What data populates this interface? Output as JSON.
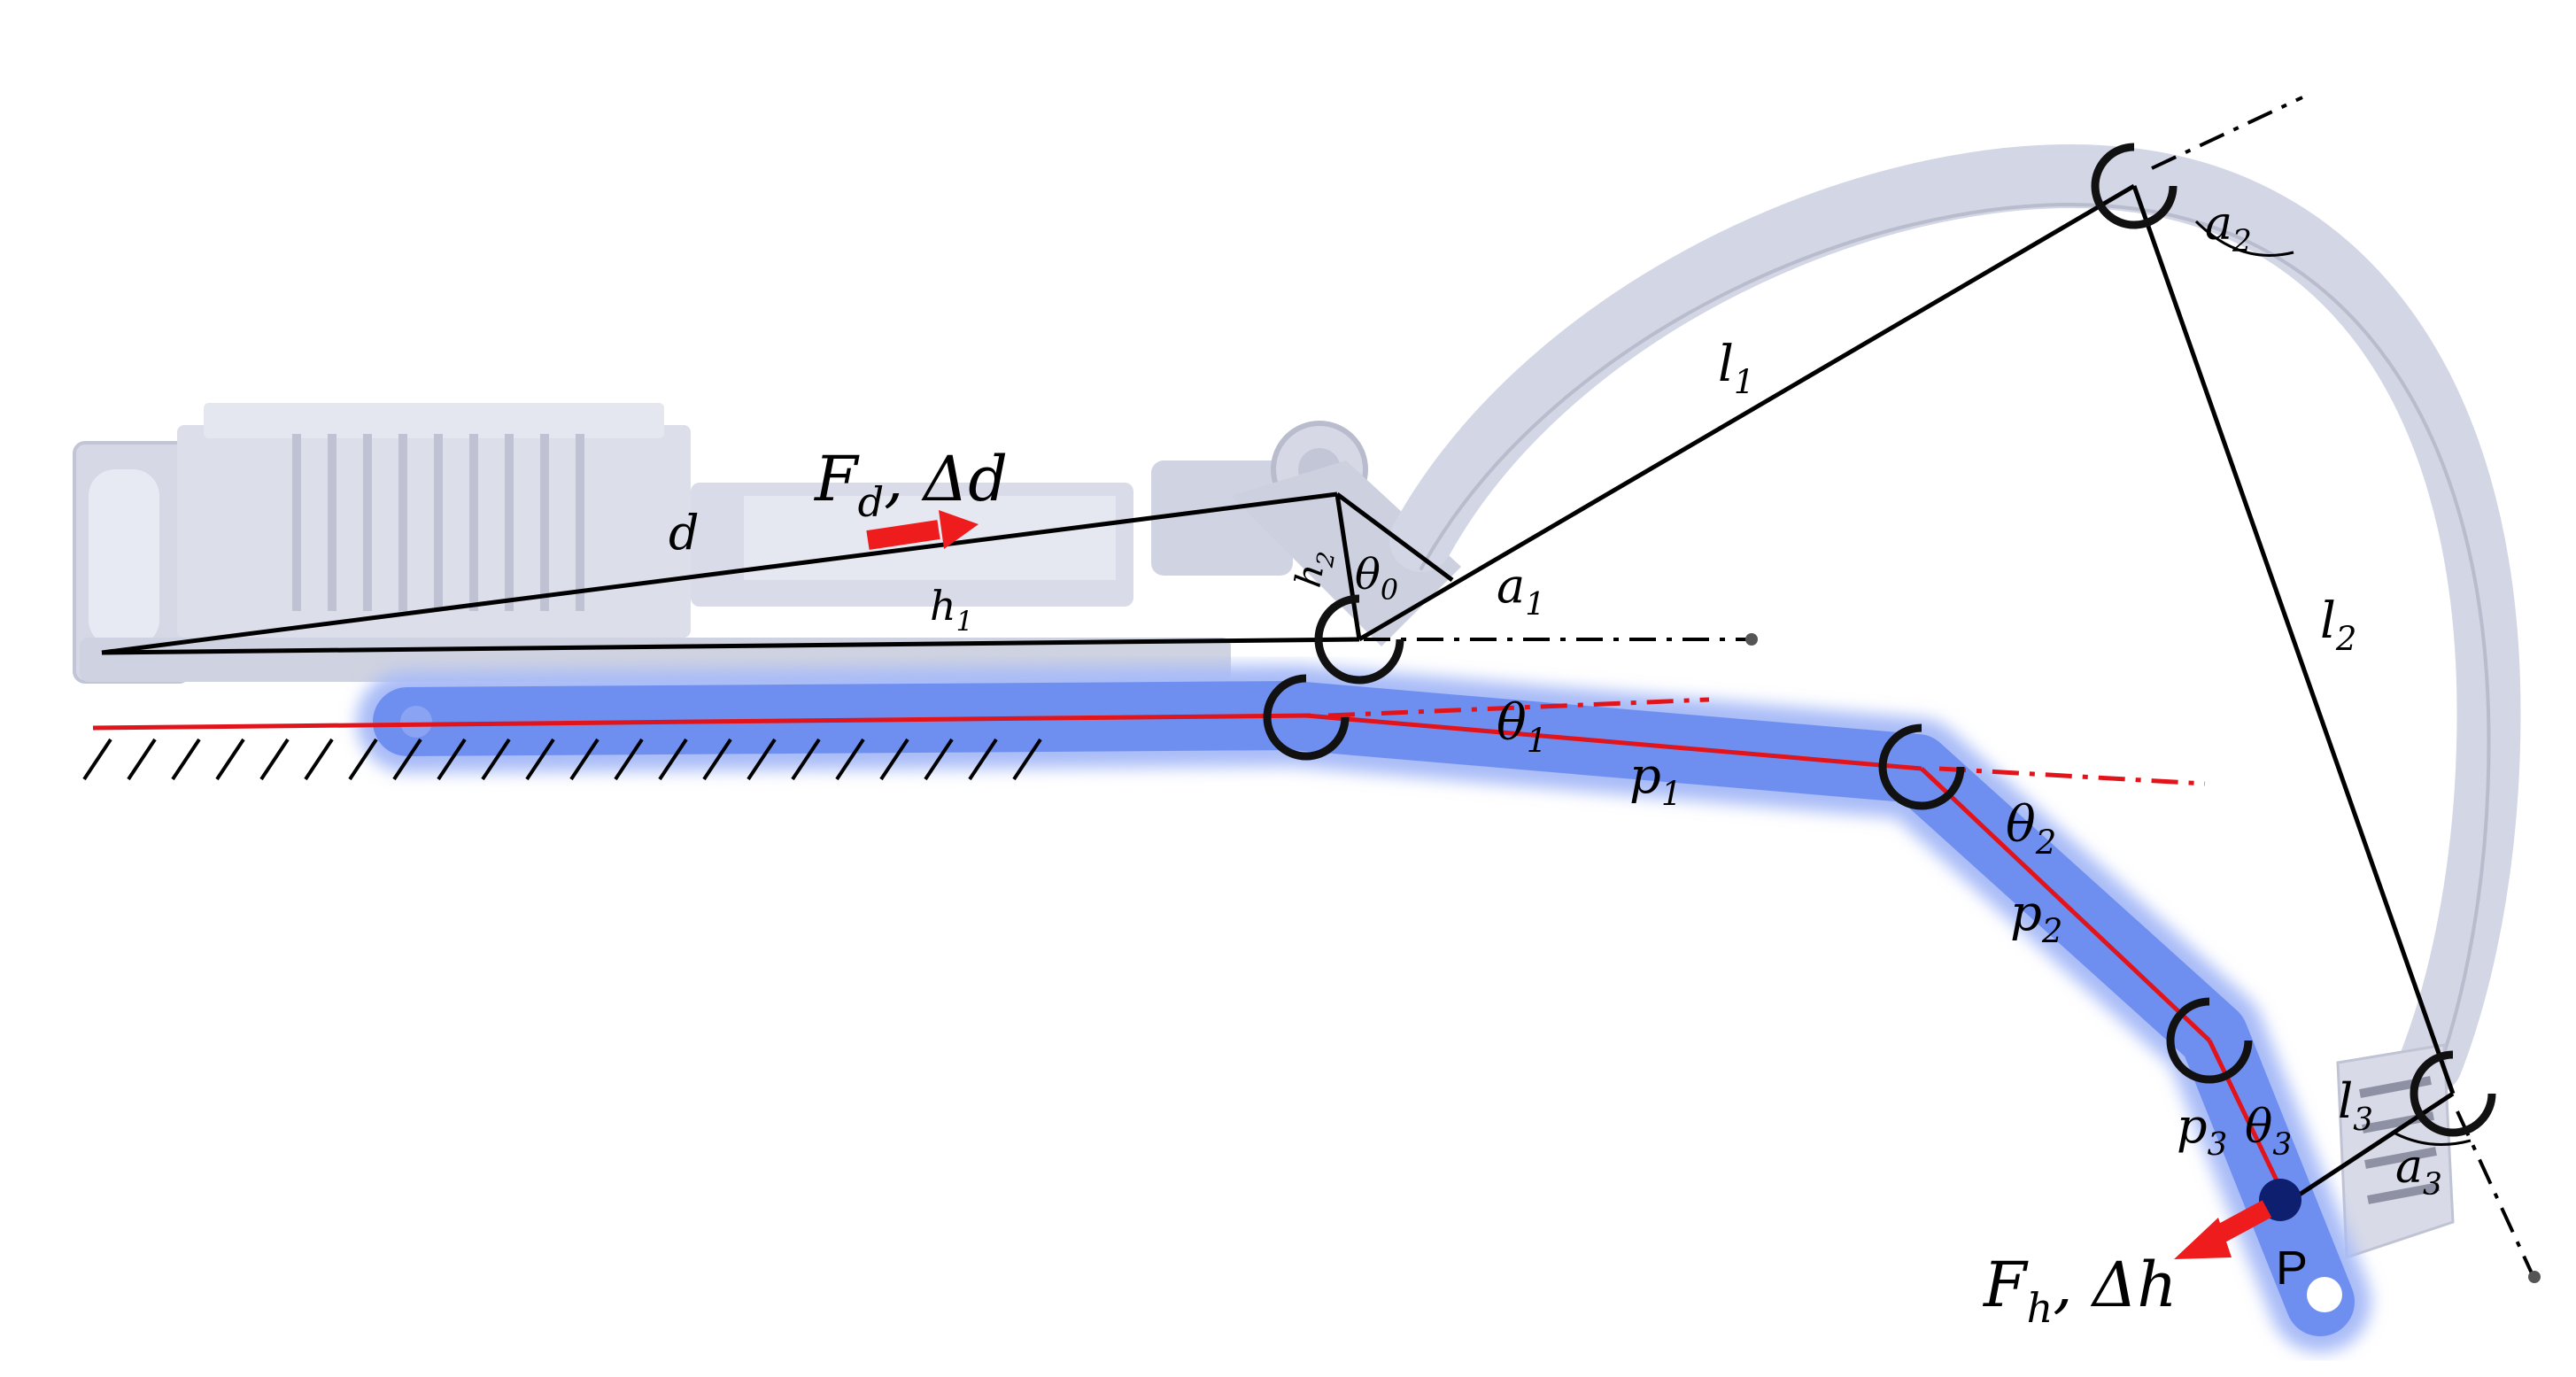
{
  "labels": {
    "d": "d",
    "h1_base": "h",
    "h1_sub": "1",
    "h2_base": "h",
    "h2_sub": "2",
    "theta0_base": "θ",
    "theta0_sub": "0",
    "a1_base": "a",
    "a1_sub": "1",
    "l1_base": "l",
    "l1_sub": "1",
    "a2_base": "a",
    "a2_sub": "2",
    "l2_base": "l",
    "l2_sub": "2",
    "theta1_base": "θ",
    "theta1_sub": "1",
    "p1_base": "p",
    "p1_sub": "1",
    "theta2_base": "θ",
    "theta2_sub": "2",
    "p2_base": "p",
    "p2_sub": "2",
    "p3_base": "p",
    "p3_sub": "3",
    "theta3_base": "θ",
    "theta3_sub": "3",
    "l3_base": "l",
    "l3_sub": "3",
    "a3_base": "a",
    "a3_sub": "3",
    "point_P": "P",
    "Fd_base": "F",
    "Fd_sub": "d",
    "Fd_rest": ", Δd",
    "Fh_base": "F",
    "Fh_sub": "h",
    "Fh_rest": ", Δh"
  },
  "colors": {
    "frame_gray": "#d6d8e6",
    "frame_shadow": "#b9bccd",
    "finger_blue": "#6f8ff0",
    "finger_glow": "#a9bcf7",
    "phalanx_red": "#e0141a",
    "force_red": "#ee1c1c",
    "point_navy": "#0d1f6e",
    "line_black": "#000000"
  },
  "icons": [
    "rotation-joint-icon",
    "ground-hatch-icon",
    "force-arrow-icon"
  ]
}
